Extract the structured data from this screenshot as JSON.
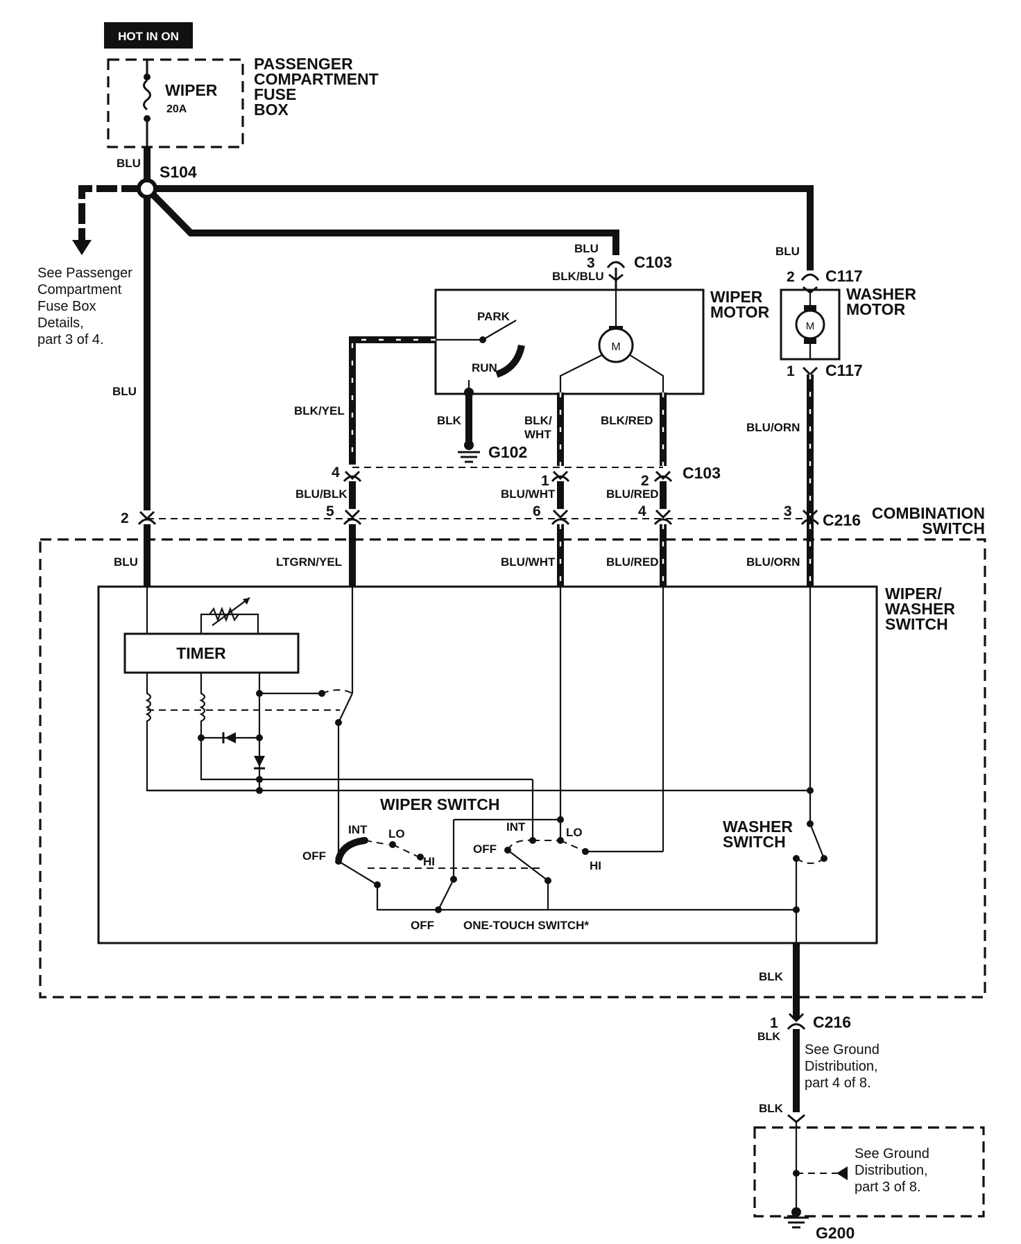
{
  "header": {
    "hot_label": "HOT IN ON"
  },
  "fuse_box": {
    "title_lines": [
      "PASSENGER",
      "COMPARTMENT",
      "FUSE",
      "BOX"
    ],
    "fuse_name": "WIPER",
    "fuse_rating": "20A"
  },
  "splice": {
    "name": "S104"
  },
  "see_fuse_box_note": [
    "See Passenger",
    "Compartment",
    "Fuse Box",
    "Details,",
    "part 3 of 4."
  ],
  "wiper_motor": {
    "label_lines": [
      "WIPER",
      "MOTOR"
    ],
    "park_label": "PARK",
    "run_label": "RUN",
    "motor_symbol": "M"
  },
  "washer_motor": {
    "label_lines": [
      "WASHER",
      "MOTOR"
    ],
    "motor_symbol": "M"
  },
  "connectors": {
    "c103": "C103",
    "c117": "C117",
    "c216": "C216"
  },
  "grounds": {
    "g102": "G102",
    "g200": "G200"
  },
  "combination_switch": {
    "label_lines": [
      "COMBINATION",
      "SWITCH"
    ]
  },
  "wiper_washer_switch": {
    "label_lines": [
      "WIPER/",
      "WASHER",
      "SWITCH"
    ],
    "timer_label": "TIMER",
    "wiper_switch_label": "WIPER SWITCH",
    "washer_switch_label_lines": [
      "WASHER",
      "SWITCH"
    ],
    "one_touch_label": "ONE-TOUCH SWITCH*",
    "positions": {
      "off": "OFF",
      "int": "INT",
      "lo": "LO",
      "hi": "HI"
    }
  },
  "wire_colors": {
    "blu": "BLU",
    "blk_blu": "BLK/BLU",
    "blk_yel": "BLK/YEL",
    "blk": "BLK",
    "blk_wht_lines": [
      "BLK/",
      "WHT"
    ],
    "blk_red": "BLK/RED",
    "blu_orn": "BLU/ORN",
    "blu_blk": "BLU/BLK",
    "blu_wht": "BLU/WHT",
    "blu_red": "BLU/RED",
    "ltgrn_yel": "LTGRN/YEL"
  },
  "pins": {
    "c103_blu": "3",
    "c117_top": "2",
    "c117_bottom": "1",
    "c103_blk_yel": "4",
    "c103_blk_wht": "1",
    "c103_blk_red": "2",
    "c216_blu": "2",
    "c216_ltgrn": "5",
    "c216_blu_wht": "6",
    "c216_blu_red": "4",
    "c216_blu_orn": "3",
    "c216_ground": "1"
  },
  "ground_notes": {
    "part4": [
      "See Ground",
      "Distribution,",
      "part 4 of 8."
    ],
    "part3": [
      "See Ground",
      "Distribution,",
      "part 3 of 8."
    ]
  }
}
